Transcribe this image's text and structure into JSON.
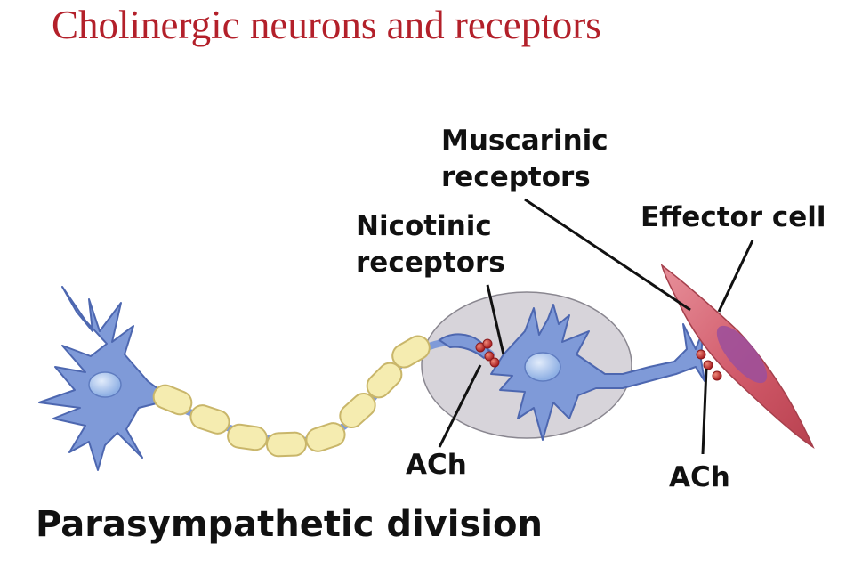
{
  "title": "Cholinergic neurons and receptors",
  "labels": {
    "muscarinic": [
      "Muscarinic",
      "receptors"
    ],
    "nicotinic": [
      "Nicotinic",
      "receptors"
    ],
    "effector": "Effector cell",
    "ach_ganglion": "ACh",
    "ach_effector": "ACh"
  },
  "caption": "Parasympathetic division",
  "colors": {
    "title": "#b3202a",
    "neuron": "#7f9ad8",
    "neuron_outline": "#4d67b0",
    "nucleus": "#aac4ee",
    "myelin": "#f5ecb0",
    "ganglion": "#d7d4da",
    "effector_cell": "#d76a78",
    "effector_nucleus": "#9b4f9c",
    "vesicles": "#c0262a"
  }
}
